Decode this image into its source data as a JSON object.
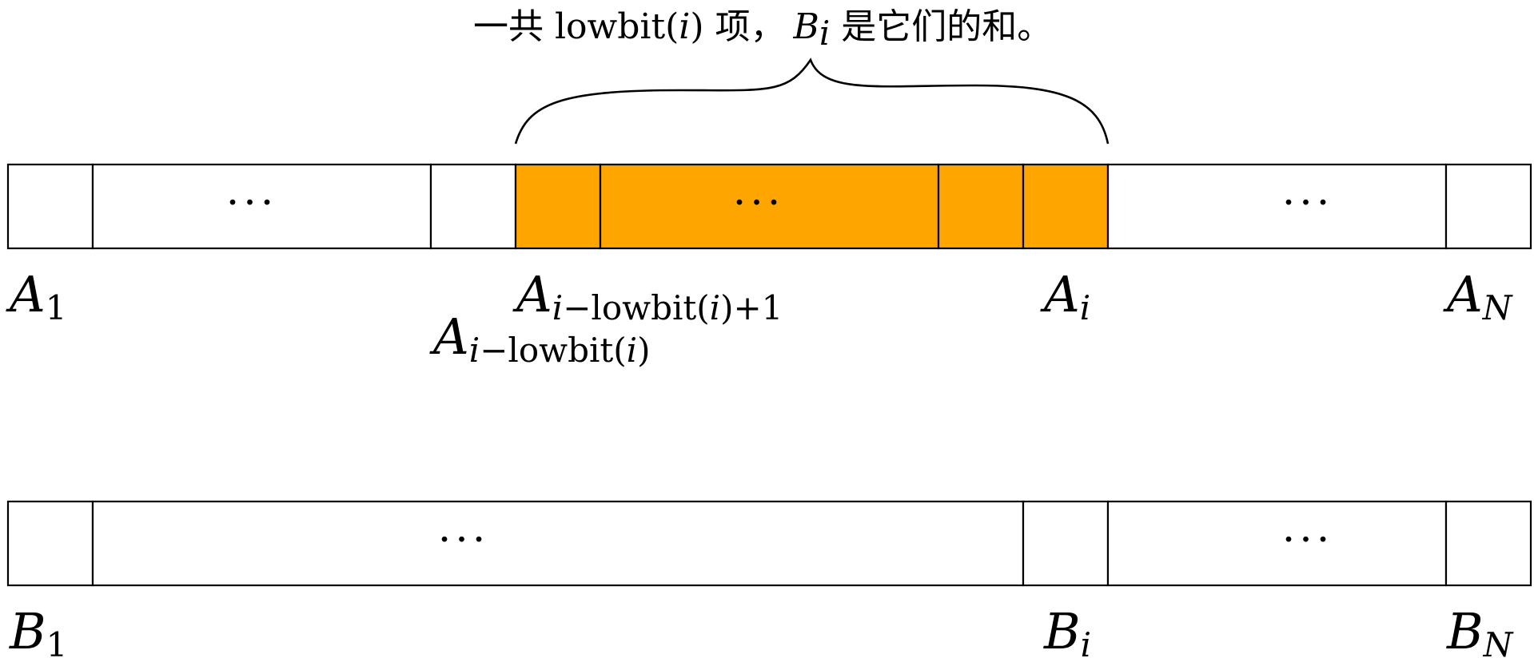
{
  "brace_caption": {
    "prefix": "一共 lowbit(",
    "prefix_var": "i",
    "mid": ") 项，",
    "b_letter": "B",
    "b_sub": "i",
    "suffix": " 是它们的和。"
  },
  "ellipsis": "···",
  "highlight_color": "#FFA500",
  "labels": {
    "A1": {
      "main": "A",
      "sub": "1"
    },
    "A_start": {
      "main": "A",
      "sub_i1": "i",
      "sub_mid": "−lowbit(",
      "sub_i2": "i",
      "sub_end": ")+1"
    },
    "A_prev": {
      "main": "A",
      "sub_i1": "i",
      "sub_mid": "−lowbit(",
      "sub_i2": "i",
      "sub_end": ")"
    },
    "Ai": {
      "main": "A",
      "sub": "i"
    },
    "AN": {
      "main": "A",
      "sub": "N"
    },
    "B1": {
      "main": "B",
      "sub": "1"
    },
    "Bi": {
      "main": "B",
      "sub": "i"
    },
    "BN": {
      "main": "B",
      "sub": "N"
    }
  }
}
